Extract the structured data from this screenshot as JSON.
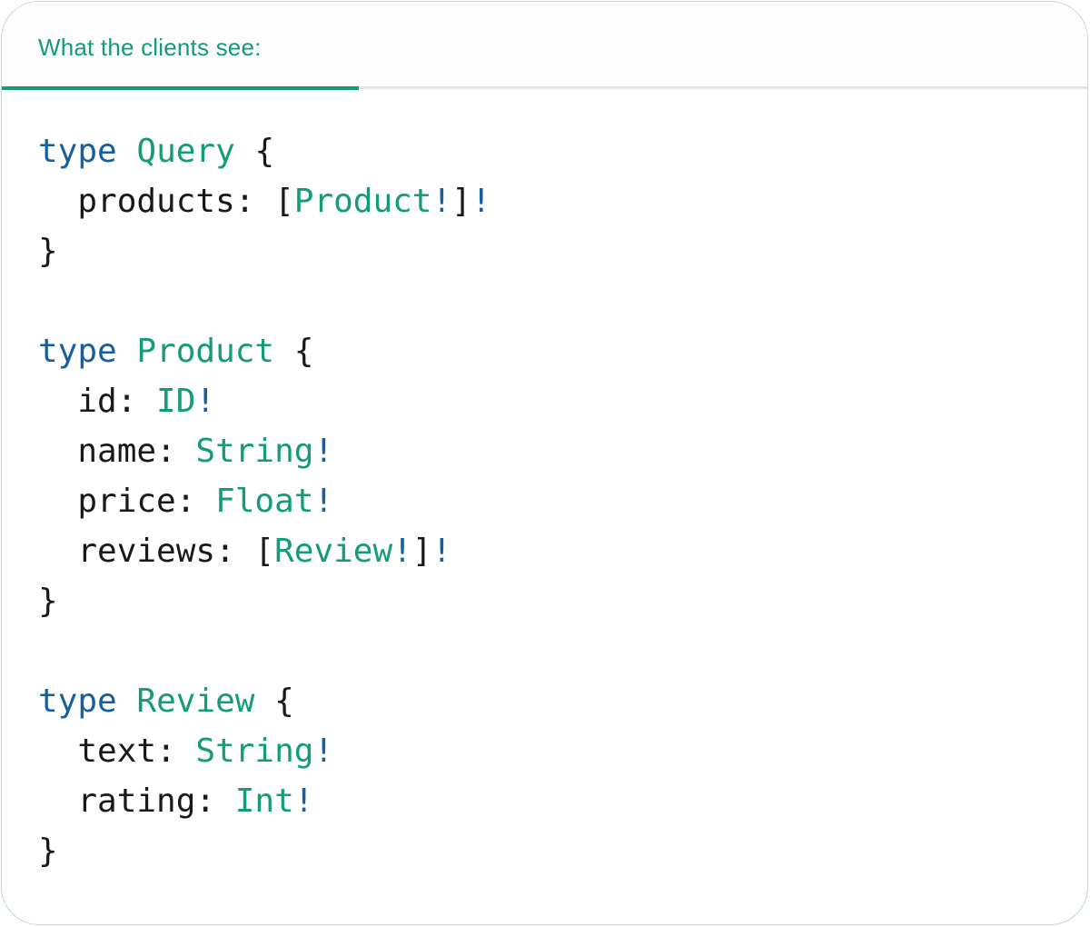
{
  "panel": {
    "tab_label": "What the clients see:"
  },
  "colors": {
    "keyword": "#155f9e",
    "type": "#149b77",
    "plain": "#191919",
    "tab": "#149b77",
    "divider": "#e4e4e4",
    "border": "#bfdccb",
    "bg": "#ffffff"
  },
  "code": {
    "language": "graphql",
    "lines": [
      {
        "tokens": [
          {
            "t": "type",
            "c": "kw"
          },
          {
            "t": " ",
            "c": "pl"
          },
          {
            "t": "Query",
            "c": "ty"
          },
          {
            "t": " {",
            "c": "pl"
          }
        ]
      },
      {
        "tokens": [
          {
            "t": "  products: [",
            "c": "pl"
          },
          {
            "t": "Product",
            "c": "ty"
          },
          {
            "t": "!",
            "c": "kw"
          },
          {
            "t": "]",
            "c": "pl"
          },
          {
            "t": "!",
            "c": "kw"
          }
        ]
      },
      {
        "tokens": [
          {
            "t": "}",
            "c": "pl"
          }
        ]
      },
      {
        "tokens": []
      },
      {
        "tokens": [
          {
            "t": "type",
            "c": "kw"
          },
          {
            "t": " ",
            "c": "pl"
          },
          {
            "t": "Product",
            "c": "ty"
          },
          {
            "t": " {",
            "c": "pl"
          }
        ]
      },
      {
        "tokens": [
          {
            "t": "  id: ",
            "c": "pl"
          },
          {
            "t": "ID",
            "c": "ty"
          },
          {
            "t": "!",
            "c": "kw"
          }
        ]
      },
      {
        "tokens": [
          {
            "t": "  name: ",
            "c": "pl"
          },
          {
            "t": "String",
            "c": "ty"
          },
          {
            "t": "!",
            "c": "kw"
          }
        ]
      },
      {
        "tokens": [
          {
            "t": "  price: ",
            "c": "pl"
          },
          {
            "t": "Float",
            "c": "ty"
          },
          {
            "t": "!",
            "c": "kw"
          }
        ]
      },
      {
        "tokens": [
          {
            "t": "  reviews: [",
            "c": "pl"
          },
          {
            "t": "Review",
            "c": "ty"
          },
          {
            "t": "!",
            "c": "kw"
          },
          {
            "t": "]",
            "c": "pl"
          },
          {
            "t": "!",
            "c": "kw"
          }
        ]
      },
      {
        "tokens": [
          {
            "t": "}",
            "c": "pl"
          }
        ]
      },
      {
        "tokens": []
      },
      {
        "tokens": [
          {
            "t": "type",
            "c": "kw"
          },
          {
            "t": " ",
            "c": "pl"
          },
          {
            "t": "Review",
            "c": "ty"
          },
          {
            "t": " {",
            "c": "pl"
          }
        ]
      },
      {
        "tokens": [
          {
            "t": "  text: ",
            "c": "pl"
          },
          {
            "t": "String",
            "c": "ty"
          },
          {
            "t": "!",
            "c": "kw"
          }
        ]
      },
      {
        "tokens": [
          {
            "t": "  rating: ",
            "c": "pl"
          },
          {
            "t": "Int",
            "c": "ty"
          },
          {
            "t": "!",
            "c": "kw"
          }
        ]
      },
      {
        "tokens": [
          {
            "t": "}",
            "c": "pl"
          }
        ]
      }
    ]
  }
}
